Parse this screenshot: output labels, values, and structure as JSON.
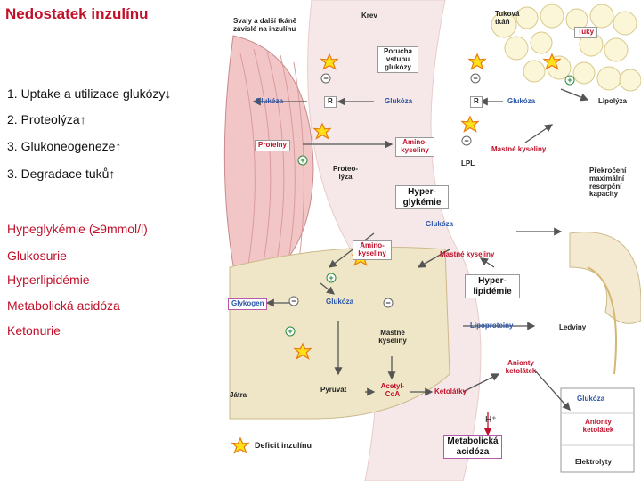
{
  "slide": {
    "title": "Nedostatek inzulínu",
    "effects": [
      "1. Uptake a utilizace glukózy↓",
      "2. Proteolýza↑",
      "3. Glukoneogeneze↑",
      "3. Degradace tuků↑"
    ],
    "consequences": [
      "Hypeglykémie (≥9mmol/l)",
      "Glukosurie",
      "Hyperlipidémie",
      "Metabolická acidóza",
      "Ketonurie"
    ]
  },
  "diagram": {
    "muscle_title": "Svaly a další tkáně závislé na inzulínu",
    "blood": "Krev",
    "fat_tissue": "Tuková tkáň",
    "fats": "Tuky",
    "uptake_disorder": "Porucha vstupu glukózy",
    "glucose": "Glukóza",
    "r": "R",
    "lipolysis": "Lipolýza",
    "proteins": "Proteiny",
    "amino_acids": "Amino-kyseliny",
    "proteolysis": "Proteo-lýza",
    "lpl": "LPL",
    "fatty_acids": "Mastné kyseliny",
    "exceeding_capacity": "Překročení maximální resorpční kapacity",
    "hyperglycemia": "Hyper-glykémie",
    "hyperlipidemia": "Hyper-lipidémie",
    "glycogen": "Glykogen",
    "kidneys": "Ledviny",
    "lipoproteins": "Lipoproteiny",
    "liver": "Játra",
    "pyruvate": "Pyruvát",
    "acetyl_coa": "Acetyl-CoA",
    "ketone_bodies": "Ketolátky",
    "ketone_anions": "Anionty ketolátek",
    "h_plus": "H⁺",
    "metabolic_acidosis": "Metabolická acidóza",
    "urine_glucose": "Glukóza",
    "urine_ketone_anions": "Anionty ketolátek",
    "electrolytes": "Elektrolyty",
    "plus": "+",
    "minus": "−",
    "legend": "Deficit inzulínu"
  },
  "colors": {
    "title_red": "#c0102a",
    "label_blue": "#2a55a8",
    "muscle_fill": "#f2c6c6",
    "liver_fill": "#efe6c8",
    "vessel_fill": "#f6e8e8",
    "kidney_fill": "#f4ead2",
    "fat_fill": "#fbf6d8",
    "star_yellow": "#ffe11a",
    "star_outline": "#e87a10"
  }
}
